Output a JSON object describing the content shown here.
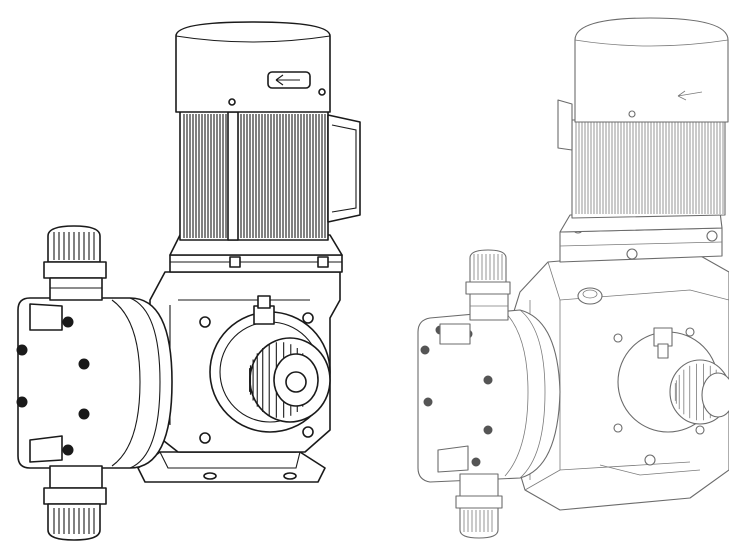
{
  "figure": {
    "views": [
      {
        "id": "left",
        "style": "outline",
        "stroke": "#1a1a1a"
      },
      {
        "id": "right",
        "style": "hidden-lines",
        "stroke": "#6b6b6b"
      }
    ],
    "colors": {
      "background": "#ffffff",
      "ink_dark": "#1a1a1a",
      "ink_light": "#6b6b6b"
    }
  }
}
